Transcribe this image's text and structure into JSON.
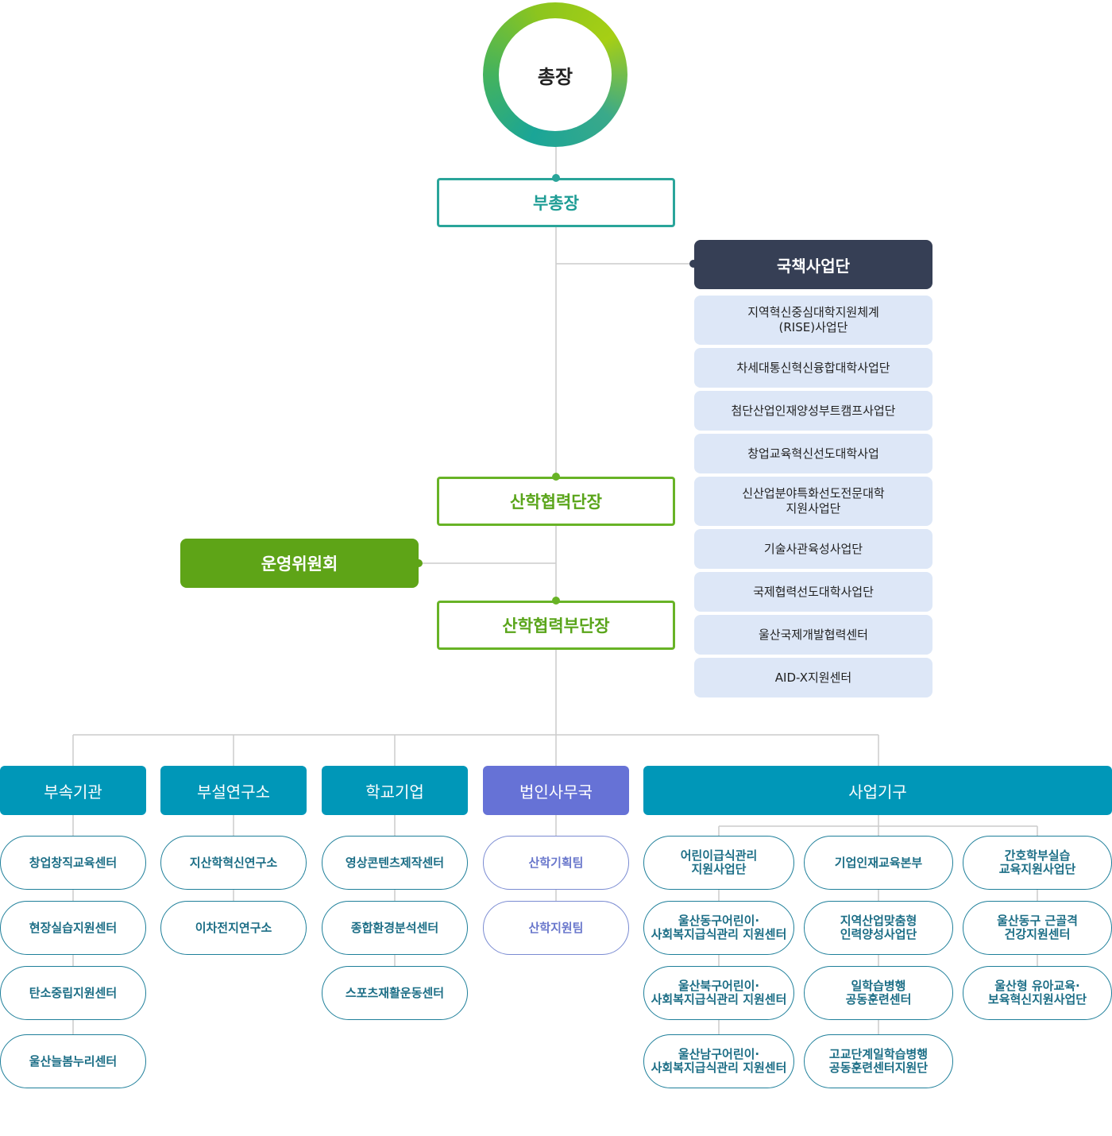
{
  "president": "총장",
  "vice_president": "부총장",
  "national_projects": {
    "title": "국책사업단",
    "items": [
      "지역혁신중심대학지원체계\n(RISE)사업단",
      "차세대통신혁신융합대학사업단",
      "첨단산업인재양성부트캠프사업단",
      "창업교육혁신선도대학사업",
      "신산업분야특화선도전문대학\n지원사업단",
      "기술사관육성사업단",
      "국제협력선도대학사업단",
      "울산국제개발협력센터",
      "AID-X지원센터"
    ]
  },
  "industry_head": "산학협력단장",
  "operations_committee": "운영위원회",
  "industry_deputy": "산학협력부단장",
  "categories": {
    "affiliated": {
      "title": "부속기관",
      "items": [
        "창업창직교육센터",
        "현장실습지원센터",
        "탄소중립지원센터",
        "울산늘봄누리센터"
      ]
    },
    "research": {
      "title": "부설연구소",
      "items": [
        "지산학혁신연구소",
        "이차전지연구소"
      ]
    },
    "school_enterprise": {
      "title": "학교기업",
      "items": [
        "영상콘텐츠제작센터",
        "종합환경분석센터",
        "스포츠재활운동센터"
      ]
    },
    "corporate_office": {
      "title": "법인사무국",
      "items": [
        "산학기획팀",
        "산학지원팀"
      ]
    },
    "business": {
      "title": "사업기구",
      "col1": [
        "어린이급식관리\n지원사업단",
        "울산동구어린이·\n사회복지급식관리 지원센터",
        "울산북구어린이·\n사회복지급식관리 지원센터",
        "울산남구어린이·\n사회복지급식관리 지원센터"
      ],
      "col2": [
        "기업인재교육본부",
        "지역산업맞춤형\n인력양성사업단",
        "일학습병행\n공동훈련센터",
        "고교단계일학습병행\n공동훈련센터지원단"
      ],
      "col3": [
        "간호학부실습\n교육지원사업단",
        "울산동구 근골격\n건강지원센터",
        "울산형 유아교육·\n보육혁신지원사업단"
      ]
    }
  },
  "colors": {
    "teal": "#0097b8",
    "purple": "#6672d6",
    "green": "#5ea417",
    "dark": "#363f55",
    "light_blue": "#dde7f7",
    "line": "#cccccc"
  }
}
